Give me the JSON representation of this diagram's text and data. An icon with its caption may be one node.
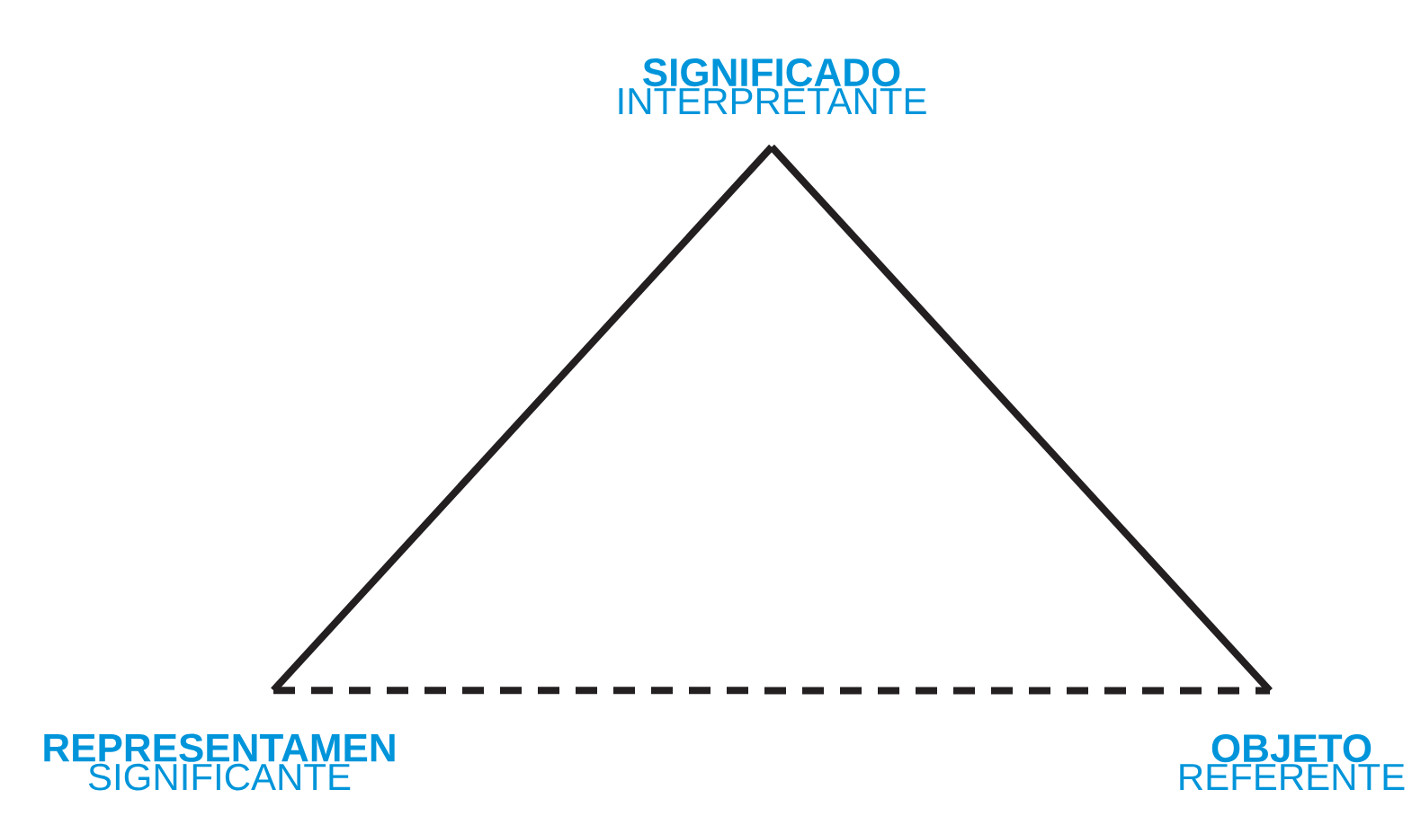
{
  "diagram": {
    "nodes": [
      {
        "text": [
          "SIGNIFICADO",
          "INTERPRETANTE"
        ]
      },
      {
        "text": [
          "REPRESENTAMEN",
          "SIGNIFICANTE"
        ]
      },
      {
        "text": [
          "OBJETO",
          "REFERENTE"
        ]
      }
    ],
    "edges": [
      {
        "from": 1,
        "to": 0,
        "arrow": "none"
      },
      {
        "from": 0,
        "to": 2,
        "arrow": "none"
      },
      {
        "from": 1,
        "to": 2,
        "arrow": "none",
        "style": "dashed"
      }
    ]
  }
}
